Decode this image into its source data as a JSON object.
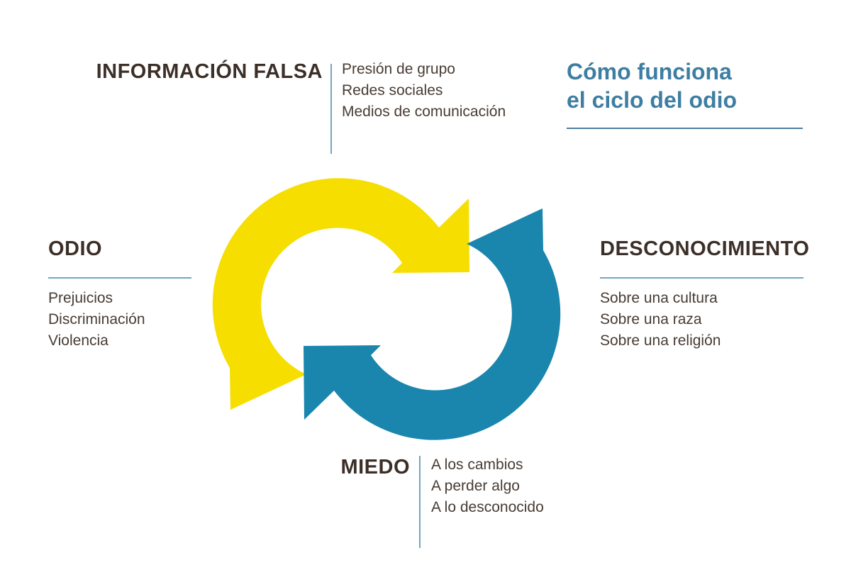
{
  "title": {
    "line1": "Cómo funciona",
    "line2": "el ciclo del odio"
  },
  "sections": {
    "informacion_falsa": {
      "heading": "INFORMACIÓN FALSA",
      "items": [
        "Presión de grupo",
        "Redes sociales",
        "Medios de comunicación"
      ]
    },
    "desconocimiento": {
      "heading": "DESCONOCIMIENTO",
      "items": [
        "Sobre una cultura",
        "Sobre una raza",
        "Sobre una religión"
      ]
    },
    "miedo": {
      "heading": "MIEDO",
      "items": [
        "A los cambios",
        "A perder algo",
        "A lo desconocido"
      ]
    },
    "odio": {
      "heading": "ODIO",
      "items": [
        "Prejuicios",
        "Discriminación",
        "Violencia"
      ]
    }
  },
  "diagram": {
    "yellow_arrow": "cycle-arrow-top-clockwise",
    "blue_arrow": "cycle-arrow-bottom-clockwise"
  },
  "colors": {
    "yellow": "#F5DE00",
    "blue": "#1A86AD",
    "title_blue": "#3E7EA2",
    "separator_blue": "#74A5BD",
    "heading_text": "#3C2F28",
    "body_text": "#473C34",
    "background": "#FFFFFF"
  }
}
